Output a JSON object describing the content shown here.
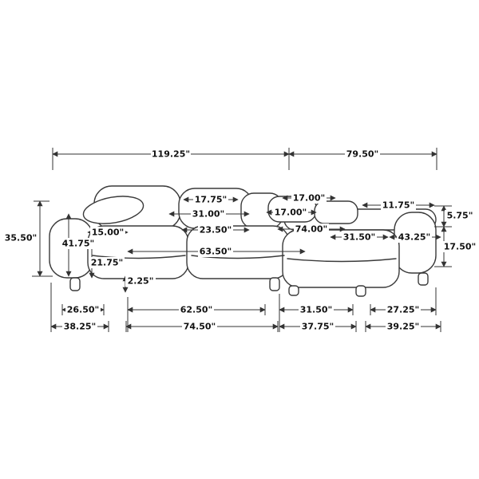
{
  "diagram": {
    "type": "furniture-dimension-drawing",
    "subject": "sectional-sofa-with-chaise"
  },
  "style": {
    "line_color": "#3a3a3a",
    "dim_color": "#333333",
    "text_color": "#111111",
    "background": "#ffffff"
  },
  "dims": {
    "overall_width_left": "119.25\"",
    "overall_width_right": "79.50\"",
    "overall_height": "35.50\"",
    "back_pillow_width": "17.75\"",
    "back_cushion_width": "31.00\"",
    "lumbar_pillow_width_a": "17.00\"",
    "lumbar_pillow_width_b": "17.00\"",
    "right_back_width": "11.75\"",
    "back_rail_height": "5.75\"",
    "seat_depth": "23.50\"",
    "chaise_back_length": "74.00\"",
    "chaise_seat_width": "31.50\"",
    "chaise_overall_depth": "43.25\"",
    "right_seat_height": "17.50\"",
    "arm_height": "41.75\"",
    "arm_width": "15.00\"",
    "seat_span": "63.50\"",
    "seat_height": "21.75\"",
    "leg_height": "2.25\"",
    "bottom_row1_left": "26.50\"",
    "bottom_row1_seat": "62.50\"",
    "bottom_row1_chaise": "31.50\"",
    "bottom_row1_right": "27.25\"",
    "bottom_row2_left": "38.25\"",
    "bottom_row2_seat": "74.50\"",
    "bottom_row2_chaise": "37.75\"",
    "bottom_row2_right": "39.25\""
  }
}
